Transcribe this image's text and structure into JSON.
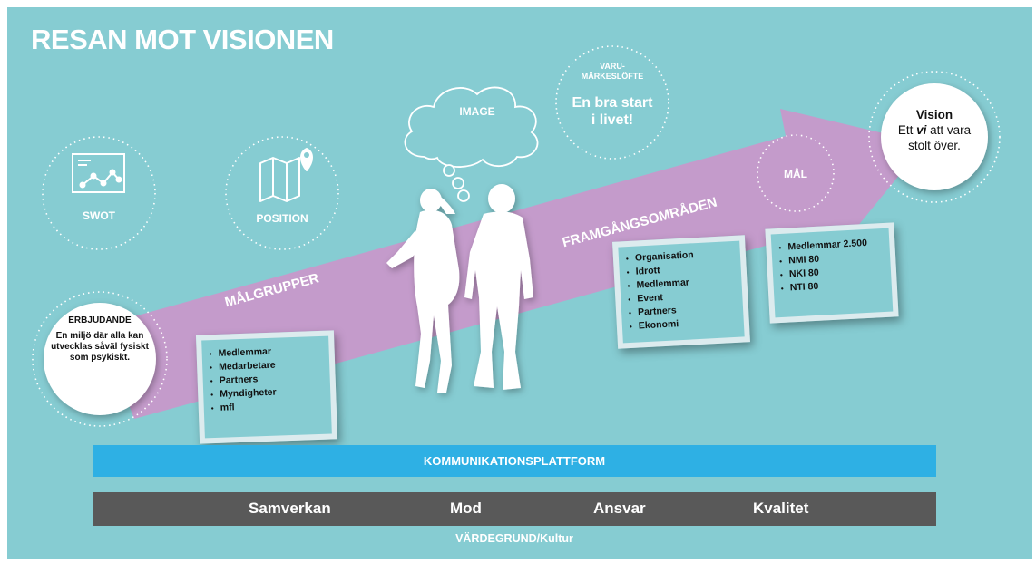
{
  "title": "RESAN MOT VISIONEN",
  "icons": [
    {
      "name": "swot-chart-icon",
      "label": "SWOT"
    },
    {
      "name": "map-pin-icon",
      "label": "POSITION"
    }
  ],
  "image_cloud": "IMAGE",
  "brand_promise": {
    "heading_line1": "VARU-",
    "heading_line2": "MÄRKESLÖFTE",
    "text_line1": "En bra start",
    "text_line2": "i livet!"
  },
  "vision": {
    "heading": "Vision",
    "line1_pre": "Ett ",
    "line1_em": "vi",
    "line1_post": " att vara",
    "line2": "stolt över."
  },
  "goal_label": "MÅL",
  "offer": {
    "heading": "ERBJUDANDE",
    "text": "En miljö där alla kan utvecklas såväl fysiskt som psykiskt."
  },
  "arrow_labels": {
    "target_groups": "MÅLGRUPPER",
    "success_areas": "FRAMGÅNGSOMRÅDEN"
  },
  "notes": {
    "target_groups": [
      "Medlemmar",
      "Medarbetare",
      "Partners",
      "Myndigheter",
      "mfl"
    ],
    "success_areas": [
      "Organisation",
      "Idrott",
      "Medlemmar",
      "Event",
      "Partners",
      "Ekonomi"
    ],
    "goals": [
      "Medlemmar 2.500",
      "NMI 80",
      "NKI 80",
      "NTI 80"
    ]
  },
  "platform": "KOMMUNIKATIONSPLATTFORM",
  "values": [
    "Samverkan",
    "Mod",
    "Ansvar",
    "Kvalitet"
  ],
  "foundation": "VÄRDEGRUND/Kultur",
  "colors": {
    "background": "#86ccd2",
    "arrow": "#c49bcb",
    "platform_bar": "#2eb0e4",
    "values_bar": "#595959"
  }
}
